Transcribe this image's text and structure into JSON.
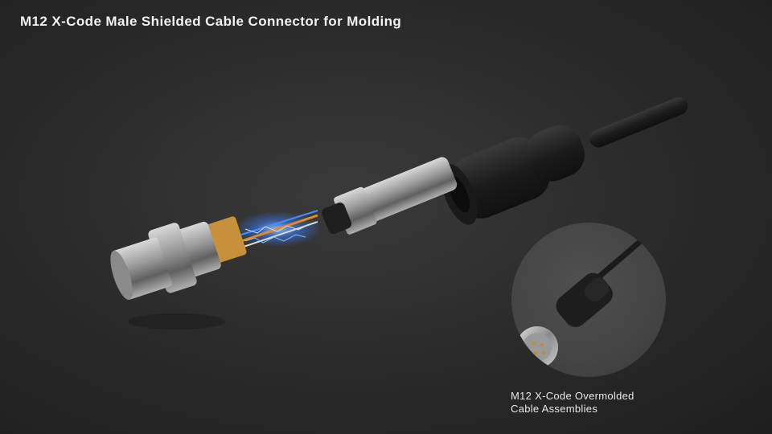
{
  "header": {
    "title": "M12 X-Code Male Shielded Cable Connector for Molding"
  },
  "main_image": {
    "subject": "exploded view of shielded cable connector",
    "parts": [
      "threaded-coupling-nut",
      "contact-insert",
      "wire-conductors",
      "shield-sleeve",
      "metal-housing",
      "overmold-boot",
      "cable"
    ]
  },
  "inset": {
    "subject": "overmolded cable assembly",
    "caption_line1": "M12 X-Code Overmolded",
    "caption_line2": "Cable Assemblies"
  },
  "colors": {
    "background": "#2c2c2c",
    "text": "#f2f2f2",
    "inset_circle": "#4a4a4a",
    "spark_blue": "#3a7bff"
  }
}
